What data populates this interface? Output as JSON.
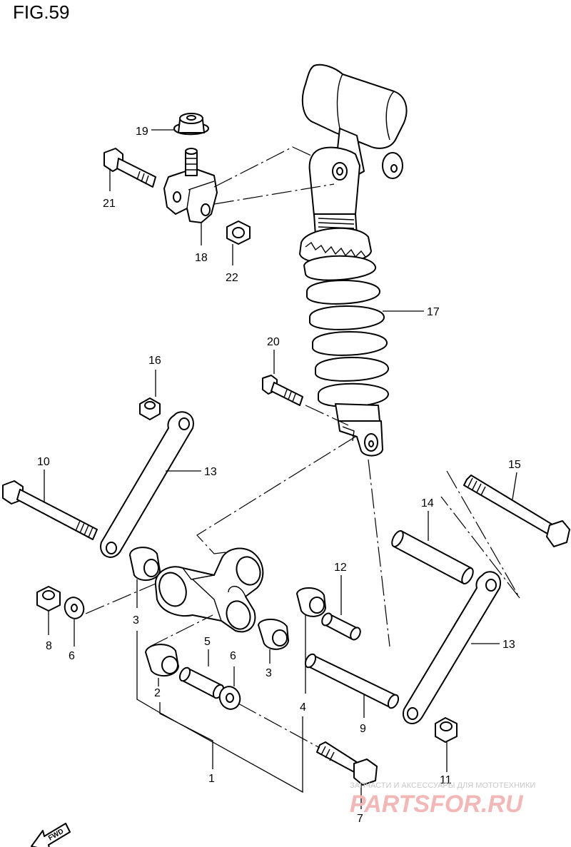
{
  "figure": {
    "title": "FIG.59"
  },
  "callouts": {
    "c1": "1",
    "c2": "2",
    "c3a": "3",
    "c3b": "3",
    "c4": "4",
    "c5": "5",
    "c6a": "6",
    "c6b": "6",
    "c7": "7",
    "c8": "8",
    "c9": "9",
    "c10": "10",
    "c11": "11",
    "c12": "12",
    "c13a": "13",
    "c13b": "13",
    "c14": "14",
    "c15": "15",
    "c16": "16",
    "c17": "17",
    "c18": "18",
    "c19": "19",
    "c20": "20",
    "c21": "21",
    "c22": "22"
  },
  "fwd": {
    "label": "FWD"
  },
  "watermark": {
    "tagline": "ЗАПЧАСТИ И АКСЕССУАРЫ ДЛЯ МОТОТЕХНИКИ",
    "logo": "PARTSFOR.RU"
  }
}
